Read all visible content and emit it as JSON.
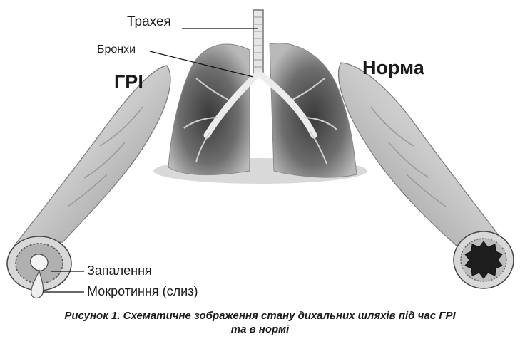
{
  "labels": {
    "trachea": "Трахея",
    "bronchi": "Бронхи",
    "gri": "ГРІ",
    "norma": "Норма",
    "inflammation": "Запалення",
    "sputum": "Мокротиння (слиз)"
  },
  "caption": {
    "line1": "Рисунок 1. Схематичне зображення стану дихальних шляхів під час ГРІ",
    "line2": "та в нормі"
  }
}
